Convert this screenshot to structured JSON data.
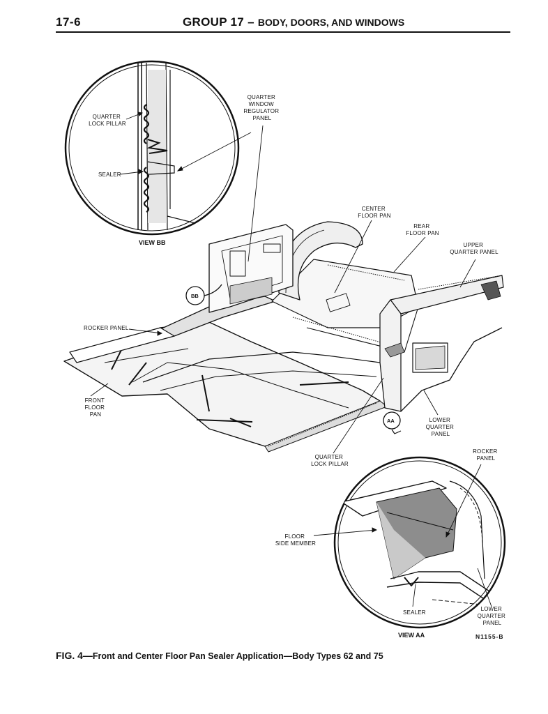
{
  "header": {
    "page_number": "17-6",
    "group": "GROUP 17",
    "title": "BODY, DOORS, AND WINDOWS"
  },
  "callouts": {
    "quarter_lock_pillar_bb": [
      "QUARTER",
      "LOCK PILLAR"
    ],
    "sealer_bb": "SEALER",
    "quarter_window_panel": [
      "QUARTER",
      "WINDOW",
      "REGULATOR",
      "PANEL"
    ],
    "center_floor_pan": [
      "CENTER",
      "FLOOR PAN"
    ],
    "rear_floor_pan": [
      "REAR",
      "FLOOR PAN"
    ],
    "upper_quarter_panel": [
      "UPPER",
      "QUARTER PANEL"
    ],
    "rocker_panel_left": "ROCKER PANEL",
    "front_floor_pan": [
      "FRONT",
      "FLOOR",
      "PAN"
    ],
    "lower_quarter_panel_main": [
      "LOWER",
      "QUARTER",
      "PANEL"
    ],
    "quarter_lock_pillar_main": [
      "QUARTER",
      "LOCK PILLAR"
    ],
    "rocker_panel_aa": [
      "ROCKER",
      "PANEL"
    ],
    "floor_side_member": [
      "FLOOR",
      "SIDE MEMBER"
    ],
    "sealer_aa": "SEALER",
    "lower_quarter_panel_aa": [
      "LOWER",
      "QUARTER",
      "PANEL"
    ]
  },
  "views": {
    "view_bb": "VIEW BB",
    "view_aa": "VIEW AA",
    "badge_bb": "BB",
    "badge_aa": "AA"
  },
  "drawing_code": "N1155-B",
  "caption": {
    "fig": "FIG. 4—",
    "text": "Front and Center Floor Pan Sealer Application—Body Types 62 and 75"
  }
}
